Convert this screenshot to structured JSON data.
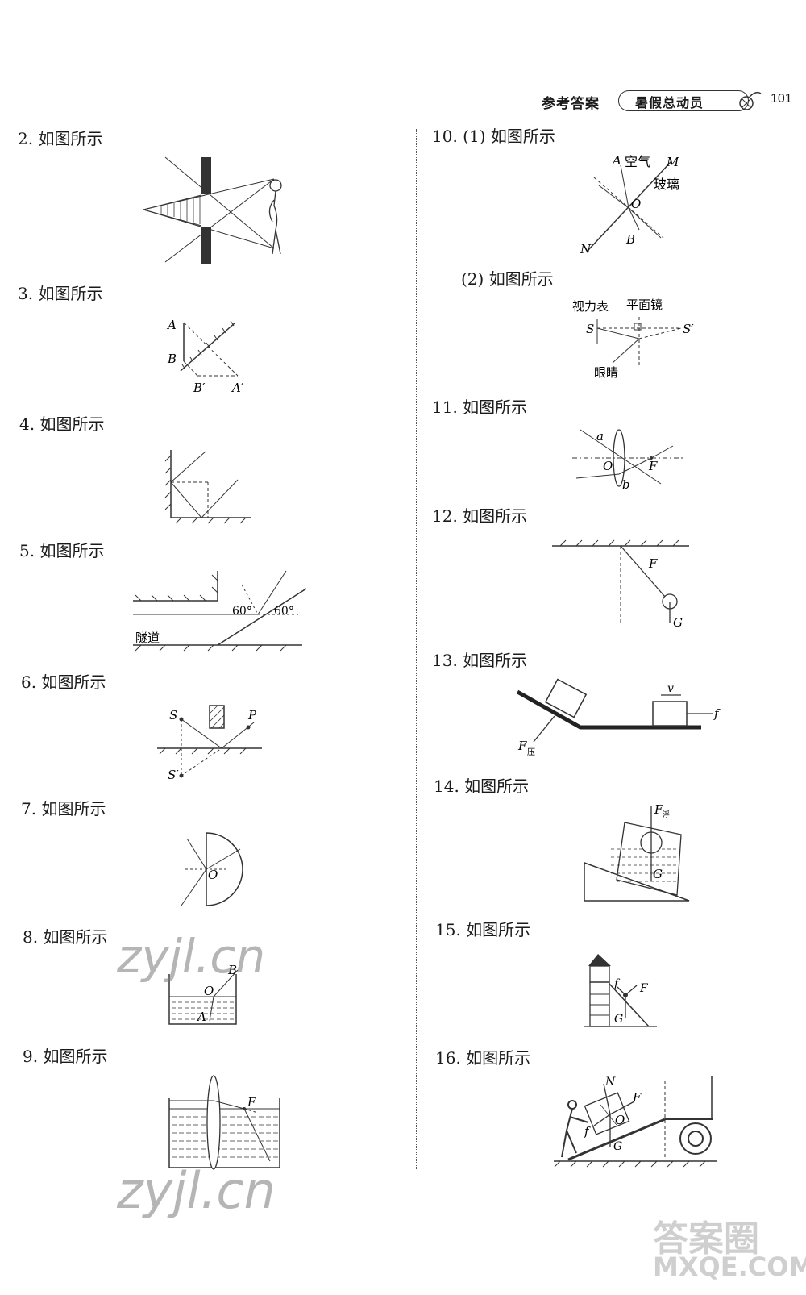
{
  "header": {
    "reference": "参考答案",
    "book_title": "暑假总动员",
    "page_number": "101"
  },
  "items": [
    {
      "num": "2.",
      "text": "如图所示"
    },
    {
      "num": "3.",
      "text": "如图所示"
    },
    {
      "num": "4.",
      "text": "如图所示"
    },
    {
      "num": "5.",
      "text": "如图所示"
    },
    {
      "num": "6.",
      "text": "如图所示"
    },
    {
      "num": "7.",
      "text": "如图所示"
    },
    {
      "num": "8.",
      "text": "如图所示"
    },
    {
      "num": "9.",
      "text": "如图所示"
    },
    {
      "num": "10.",
      "text": "(1) 如图所示"
    },
    {
      "num": "",
      "text": "(2) 如图所示"
    },
    {
      "num": "11.",
      "text": "如图所示"
    },
    {
      "num": "12.",
      "text": "如图所示"
    },
    {
      "num": "13.",
      "text": "如图所示"
    },
    {
      "num": "14.",
      "text": "如图所示"
    },
    {
      "num": "15.",
      "text": "如图所示"
    },
    {
      "num": "16.",
      "text": "如图所示"
    }
  ],
  "figure_labels": {
    "f3": {
      "A": "A",
      "B": "B",
      "Bp": "B′",
      "Ap": "A′"
    },
    "f5": {
      "angle1": "60°",
      "angle2": "60°",
      "tunnel": "隧道"
    },
    "f6": {
      "S": "S",
      "P": "P",
      "Sp": "S′"
    },
    "f7": {
      "O": "O"
    },
    "f8": {
      "O": "O",
      "B": "B",
      "A": "A"
    },
    "f9": {
      "F": "F"
    },
    "f10a": {
      "A": "A",
      "air": "空气",
      "M": "M",
      "glass": "玻璃",
      "O": "O",
      "N": "N",
      "B": "B"
    },
    "f10b": {
      "chart": "视力表",
      "mirror": "平面镜",
      "S": "S",
      "Sp": "S′",
      "eye": "眼睛"
    },
    "f11": {
      "a": "a",
      "O": "O",
      "F": "F",
      "b": "b"
    },
    "f12": {
      "F": "F",
      "G": "G"
    },
    "f13": {
      "v": "v",
      "f": "f",
      "F": "F",
      "sub": "压"
    },
    "f14": {
      "F": "F",
      "sub": "浮",
      "G": "G"
    },
    "f15": {
      "f": "f",
      "F": "F",
      "G": "G"
    },
    "f16": {
      "N": "N",
      "F": "F",
      "O": "O",
      "f": "f",
      "G": "G"
    }
  },
  "watermarks": {
    "w1": "zyjl.cn",
    "w2": "zyjl.cn",
    "w3": "答案圈",
    "w4": "MXQE.COM"
  }
}
